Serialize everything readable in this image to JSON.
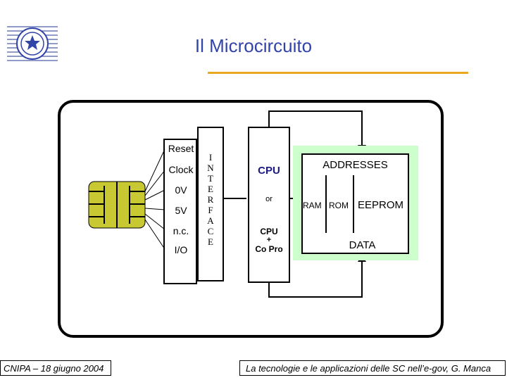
{
  "title": "Il Microcircuito",
  "pins": [
    "Reset",
    "Clock",
    "0V",
    "5V",
    "n.c.",
    "I/O"
  ],
  "interface_letters": [
    "I",
    "N",
    "T",
    "E",
    "R",
    "F",
    "A",
    "C",
    "E"
  ],
  "cpu": {
    "label": "CPU",
    "or": "or",
    "cpu2": "CPU",
    "plus": "+",
    "copro": "Co Pro"
  },
  "memory": {
    "addresses": "ADDRESSES",
    "ram": "RAM",
    "rom": "ROM",
    "eeprom": "EEPROM",
    "data": "DATA"
  },
  "footer": {
    "left": "CNIPA – 18 giugno 2004",
    "right": "La tecnologie e le applicazioni delle SC nell’e-gov, G. Manca"
  },
  "colors": {
    "title": "#3344a8",
    "rule": "#e8a820",
    "chip": "#c8c832",
    "memory_bg": "#ccffcc"
  }
}
